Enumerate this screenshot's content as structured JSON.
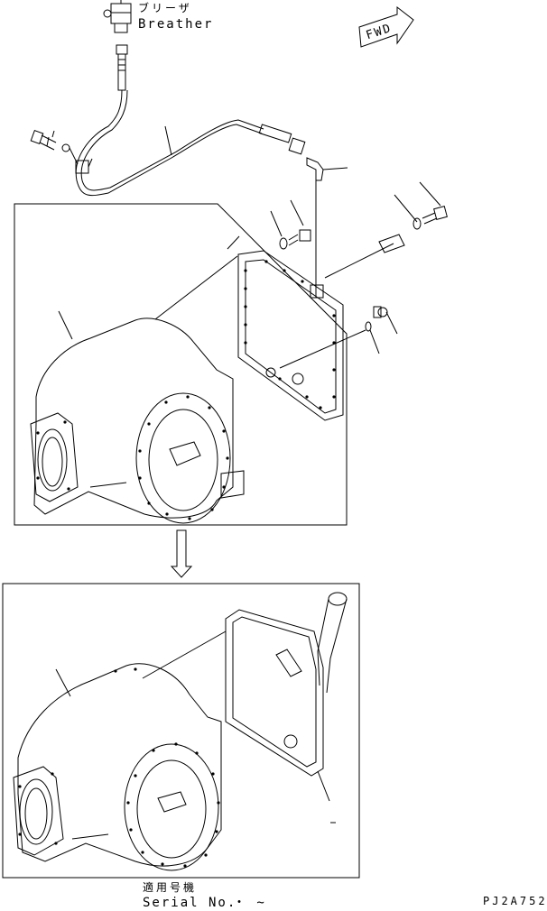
{
  "labels": {
    "breather_jp": "ブリーザ",
    "breather_en": "Breather",
    "fwd": "FWD",
    "serial_jp": "適用号機",
    "serial_en": "Serial No.",
    "serial_range": "・ ~",
    "drawing_code": "PJ2A752"
  }
}
